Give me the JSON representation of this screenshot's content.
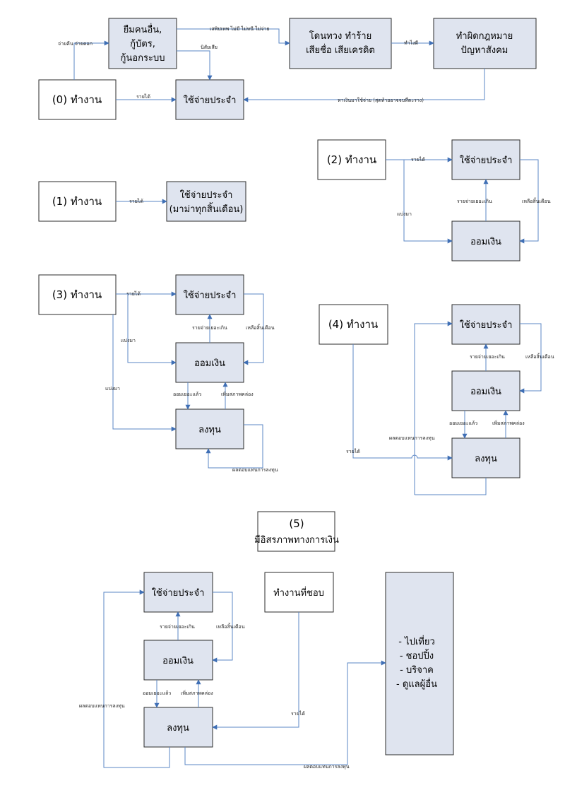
{
  "d0": {
    "work": "(0) ทำงาน",
    "borrow": [
      "ยืมคนอื่น,",
      "กู้บัตร,",
      "กู้นอกระบบ"
    ],
    "harassed": [
      "โดนทวง ทำร้าย",
      "เสียชื่อ เสียเครดิต"
    ],
    "illegal": [
      "ทำผิดกฎหมาย",
      "ปัญหาสังคม"
    ],
    "spend": "ใช้จ่ายประจำ",
    "lbl_borrow_more": "จ่ายคืน จ่ายดอก",
    "lbl_dont_pay": "เสพิปเทพ ไม่มี ไม่หนี ไม่จ่าย",
    "lbl_not_enough": "นิสัยเสีย",
    "lbl_do": "ทำไงดี",
    "lbl_income": "รายได้",
    "lbl_back": "หาเงินมาใช้จ่าย (สุดท้ายอาจจบที่ตะราง)"
  },
  "d1": {
    "work": "(1) ทำงาน",
    "spend": [
      "ใช้จ่ายประจำ",
      "(มาม่าทุกสิ้นเดือน)"
    ],
    "lbl_income": "รายได้"
  },
  "d2": {
    "work": "(2) ทำงาน",
    "spend": "ใช้จ่ายประจำ",
    "save": "ออมเงิน",
    "lbl_income": "รายได้",
    "lbl_split": "แบ่งมา",
    "lbl_overspend": "รายจ่ายเยอะเกิน",
    "lbl_leftover": "เหลือสิ้นเดือน"
  },
  "d3": {
    "work": "(3) ทำงาน",
    "spend": "ใช้จ่ายประจำ",
    "save": "ออมเงิน",
    "invest": "ลงทุน",
    "lbl_income": "รายได้",
    "lbl_split1": "แบ่งมา",
    "lbl_split2": "แบ่งมา",
    "lbl_overspend": "รายจ่ายเยอะเกิน",
    "lbl_leftover": "เหลือสิ้นเดือน",
    "lbl_saved_enough": "ออมเยอะแล้ว",
    "lbl_liquidity": "เพิ่มสภาพคล่อง",
    "lbl_return": "ผลตอบแทนการลงทุน"
  },
  "d4": {
    "work": "(4) ทำงาน",
    "spend": "ใช้จ่ายประจำ",
    "save": "ออมเงิน",
    "invest": "ลงทุน",
    "lbl_income": "รายได้",
    "lbl_overspend": "รายจ่ายเยอะเกิน",
    "lbl_leftover": "เหลือสิ้นเดือน",
    "lbl_saved_enough": "ออมเยอะแล้ว",
    "lbl_liquidity": "เพิ่มสภาพคล่อง",
    "lbl_return": "ผลตอบแทนการลงทุน"
  },
  "d5": {
    "title": [
      "(5)",
      "มีอิสรภาพทางการเงิน"
    ],
    "spend": "ใช้จ่ายประจำ",
    "work": "ทำงานที่ชอบ",
    "save": "ออมเงิน",
    "invest": "ลงทุน",
    "activities": [
      "- ไปเที่ยว",
      "- ชอปปิ้ง",
      "- บริจาค",
      "- ดูแลผู้อื่น"
    ],
    "lbl_overspend": "รายจ่ายเยอะเกิน",
    "lbl_leftover": "เหลือสิ้นเดือน",
    "lbl_saved_enough": "ออมเยอะแล้ว",
    "lbl_liquidity": "เพิ่มสภาพคล่อง",
    "lbl_income": "รายได้",
    "lbl_return_left": "ผลตอบแทนการลงทุน",
    "lbl_return_bottom": "ผลตอบแทนการลงทุน"
  }
}
